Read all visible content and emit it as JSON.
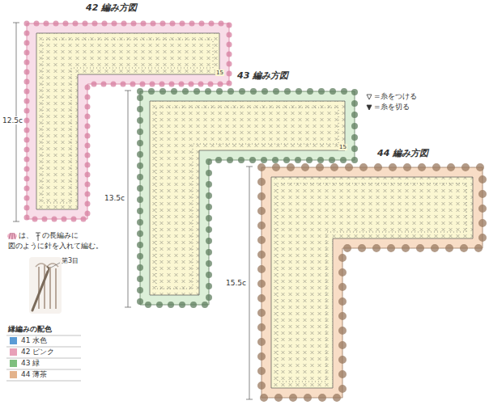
{
  "diagram": {
    "nodes": [
      {
        "text": [
          "42 編み方図"
        ]
      },
      {
        "text": [
          "43 編み方図"
        ]
      },
      {
        "text": [
          "44 編み方図"
        ]
      }
    ],
    "labels": [
      "12.5c",
      "13.5c",
      "15.5c",
      "15",
      "15",
      "は、",
      "の長編みに",
      "図のように針を入れて編む。",
      "第3目",
      "縁編みの配色"
    ],
    "legend": [
      {
        "text": "=糸をつける"
      },
      {
        "text": "=糸を切る"
      },
      {
        "text": "41 水色",
        "color": "#5b9bd5"
      },
      {
        "text": "42 ピンク",
        "color": "#e8a0b8"
      },
      {
        "text": "43 緑",
        "color": "#7fbf7f"
      },
      {
        "text": "44 薄茶",
        "color": "#e3b38c"
      }
    ]
  }
}
